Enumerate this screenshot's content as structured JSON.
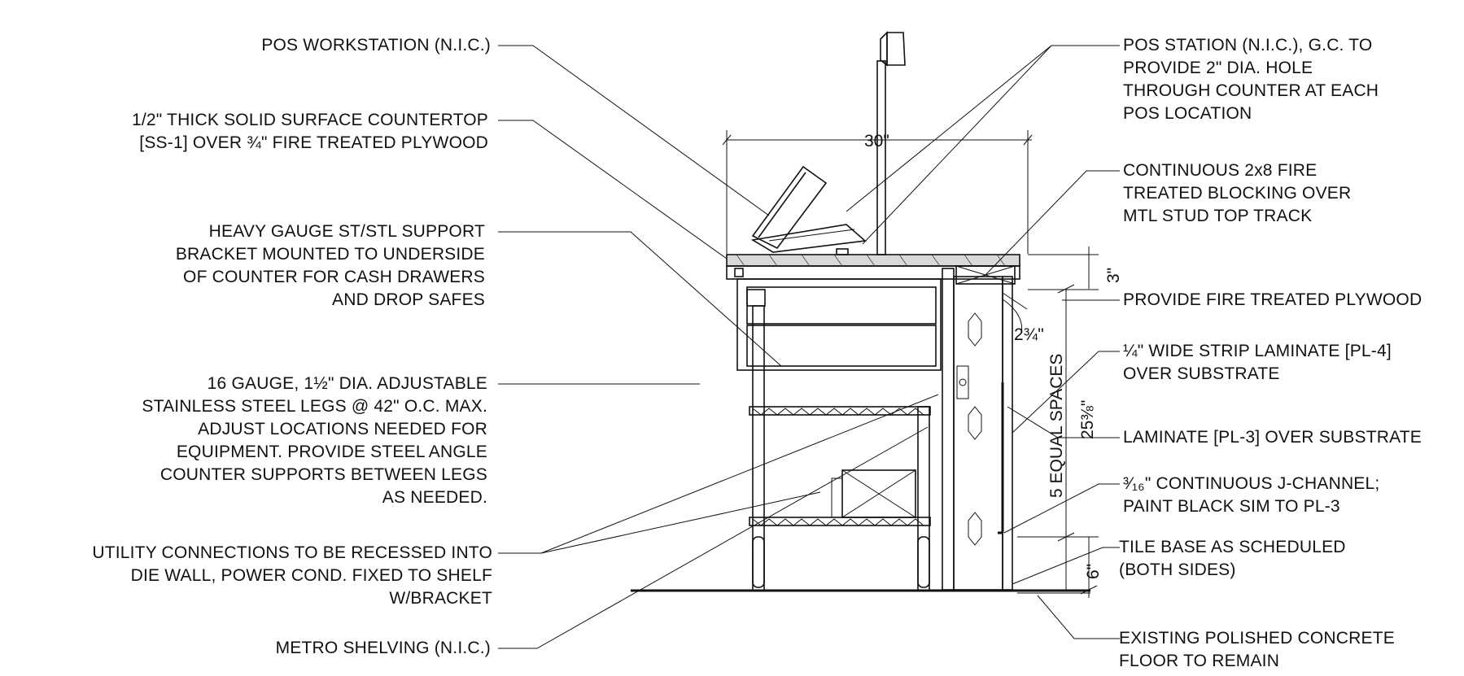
{
  "notes_left": [
    {
      "id": "pos-workstation",
      "lines": [
        "POS WORKSTATION (N.I.C.)"
      ]
    },
    {
      "id": "countertop",
      "lines": [
        "1/2\" THICK SOLID SURFACE COUNTERTOP",
        "[SS-1]  OVER ¾\" FIRE TREATED PLYWOOD"
      ]
    },
    {
      "id": "support-bracket",
      "lines": [
        "HEAVY GAUGE ST/STL SUPPORT",
        "BRACKET MOUNTED TO UNDERSIDE",
        "OF COUNTER FOR CASH DRAWERS",
        "AND DROP SAFES"
      ]
    },
    {
      "id": "legs",
      "lines": [
        "16 GAUGE, 1½\" DIA. ADJUSTABLE",
        "STAINLESS STEEL LEGS @ 42\" O.C. MAX.",
        "ADJUST LOCATIONS NEEDED FOR",
        "EQUIPMENT. PROVIDE STEEL ANGLE",
        "COUNTER SUPPORTS BETWEEN LEGS",
        "AS NEEDED."
      ]
    },
    {
      "id": "utility",
      "lines": [
        "UTILITY CONNECTIONS TO BE RECESSED INTO",
        "DIE WALL, POWER COND. FIXED TO SHELF",
        "W/BRACKET"
      ]
    },
    {
      "id": "metro-shelving",
      "lines": [
        "METRO SHELVING (N.I.C.)"
      ]
    }
  ],
  "notes_right": [
    {
      "id": "pos-station",
      "lines": [
        "POS STATION (N.I.C.), G.C. TO",
        "PROVIDE 2\" DIA. HOLE",
        "THROUGH COUNTER AT EACH",
        "POS LOCATION"
      ]
    },
    {
      "id": "blocking",
      "lines": [
        "CONTINUOUS 2x8 FIRE",
        "TREATED BLOCKING OVER",
        "MTL STUD TOP TRACK"
      ]
    },
    {
      "id": "plywood",
      "lines": [
        "PROVIDE FIRE TREATED PLYWOOD"
      ]
    },
    {
      "id": "strip-laminate",
      "lines": [
        "¼\" WIDE STRIP LAMINATE [PL-4]",
        "OVER SUBSTRATE"
      ]
    },
    {
      "id": "laminate",
      "lines": [
        "LAMINATE [PL-3] OVER SUBSTRATE"
      ]
    },
    {
      "id": "j-channel",
      "lines": [
        "³⁄₁₆\" CONTINUOUS J-CHANNEL;",
        "PAINT BLACK SIM TO PL-3"
      ]
    },
    {
      "id": "tile-base",
      "lines": [
        "TILE BASE AS SCHEDULED",
        "(BOTH SIDES)"
      ]
    },
    {
      "id": "floor",
      "lines": [
        "EXISTING POLISHED CONCRETE",
        "FLOOR TO REMAIN"
      ]
    }
  ],
  "dimensions": {
    "width": "30\"",
    "top_height": "3\"",
    "reveal": "2¾\"",
    "spaces": "5 EQUAL SPACES",
    "panel_height": "25⅜\"",
    "base_height": "6\""
  }
}
